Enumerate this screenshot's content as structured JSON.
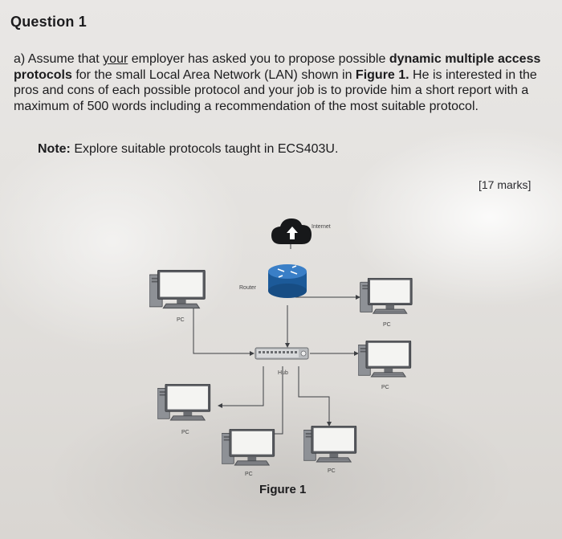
{
  "question": {
    "title": "Question 1",
    "part_a": {
      "prefix": "a) Assume that ",
      "underlined": "your",
      "t1": " employer has asked you to propose possible ",
      "bold1": "dynamic multiple access protocols",
      "t2": " for the small Local Area Network (LAN) shown in ",
      "bold2": "Figure 1.",
      "t3": " He is interested in the pros and cons of each possible protocol and your job is to provide him a short report with a maximum of 500 words including a recommendation of the most suitable protocol."
    },
    "note_label": "Note:",
    "note_text": " Explore suitable protocols taught in ECS403U.",
    "marks": "[17 marks]"
  },
  "figure": {
    "caption": "Figure 1",
    "labels": {
      "internet": "Internet",
      "router": "Router",
      "hub": "Hub",
      "pc": "PC"
    }
  }
}
